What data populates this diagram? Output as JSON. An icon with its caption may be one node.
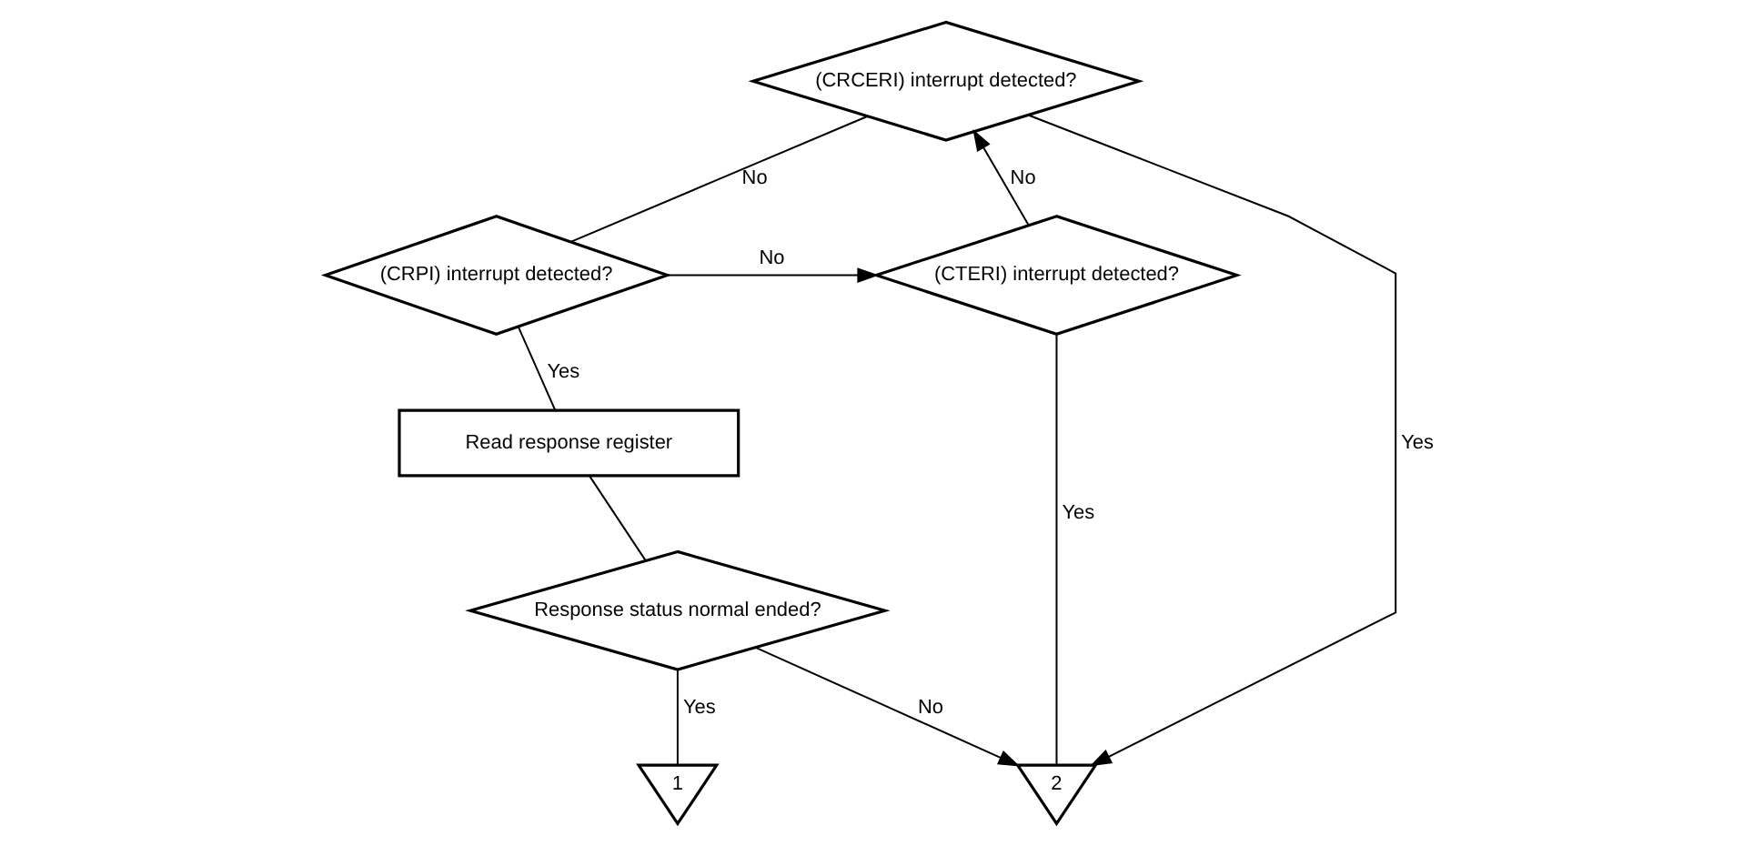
{
  "diagram": {
    "nodes": [
      {
        "text": [
          "(CRCERI) interrupt detected?"
        ]
      },
      {
        "text": [
          "(CRPI) interrupt detected?"
        ]
      },
      {
        "text": [
          "Read response register"
        ]
      },
      {
        "text": [
          "Response status normal ended?"
        ]
      },
      {
        "text": [
          "1"
        ]
      },
      {
        "text": [
          "(CTERI) interrupt detected?"
        ]
      },
      {
        "text": [
          "2"
        ]
      }
    ],
    "edges": [
      {
        "from": 0,
        "to": 1,
        "arrow": "none",
        "label": "No"
      },
      {
        "from": 0,
        "to": 6,
        "arrow": "to",
        "label": "Yes"
      },
      {
        "from": 1,
        "to": 2,
        "arrow": "none",
        "label": "Yes"
      },
      {
        "from": 1,
        "to": 5,
        "arrow": "to",
        "label": "No"
      },
      {
        "from": 2,
        "to": 3,
        "arrow": "none"
      },
      {
        "from": 3,
        "to": 4,
        "arrow": "none",
        "label": "Yes"
      },
      {
        "from": 3,
        "to": 6,
        "arrow": "to",
        "label": "No"
      },
      {
        "from": 5,
        "to": 6,
        "arrow": "none",
        "label": "Yes"
      },
      {
        "from": 5,
        "to": 0,
        "arrow": "to",
        "label": "No"
      }
    ]
  }
}
